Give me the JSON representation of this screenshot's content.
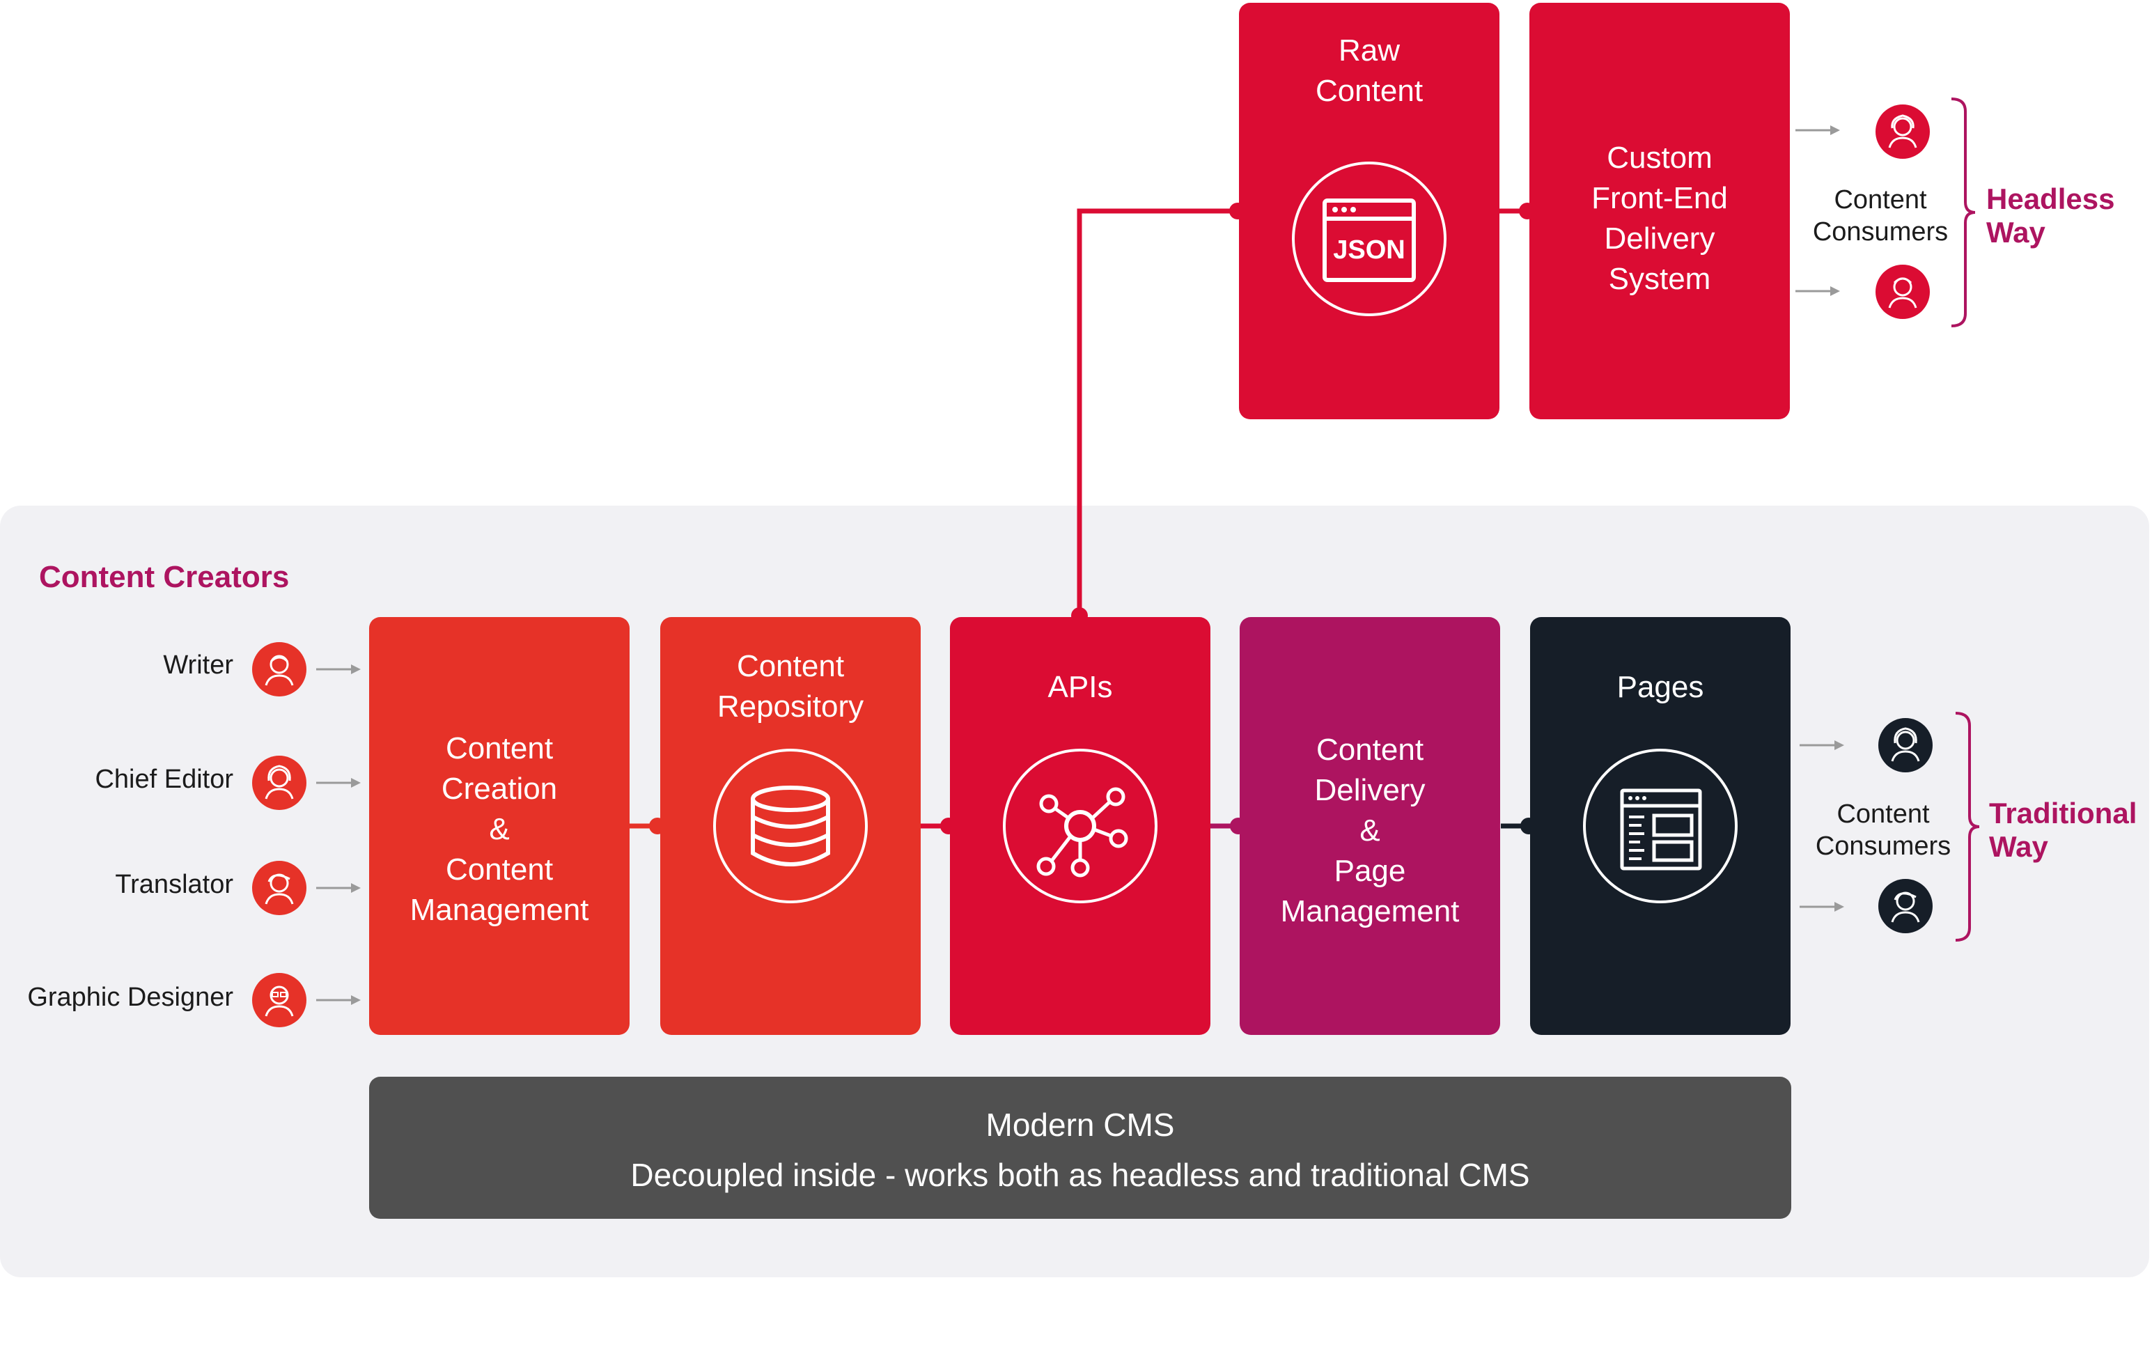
{
  "top_boxes": {
    "raw_content": "Raw\nContent",
    "json_icon_text": "JSON",
    "custom_frontend": "Custom\nFront-End\nDelivery\nSystem"
  },
  "headless": {
    "consumers_label": "Content\nConsumers",
    "way_label": "Headless\nWay"
  },
  "traditional": {
    "consumers_label": "Content\nConsumers",
    "way_label": "Traditional\nWay"
  },
  "creators": {
    "heading": "Content Creators",
    "items": [
      {
        "label": "Writer",
        "icon": "writer-icon"
      },
      {
        "label": "Chief Editor",
        "icon": "chief-editor-icon"
      },
      {
        "label": "Translator",
        "icon": "translator-icon"
      },
      {
        "label": "Graphic Designer",
        "icon": "graphic-designer-icon"
      }
    ]
  },
  "pipeline": {
    "creation": "Content\nCreation\n&\nContent\nManagement",
    "repository": "Content\nRepository",
    "apis": "APIs",
    "delivery": "Content\nDelivery\n&\nPage\nManagement",
    "pages": "Pages"
  },
  "cms": {
    "title": "Modern CMS",
    "subtitle": "Decoupled inside - works both as headless and traditional CMS"
  },
  "colors": {
    "orange": "#e63228",
    "red": "#db0c33",
    "purple": "#ad1460",
    "black": "#161e28",
    "gray_bar": "#505050",
    "panel": "#f1f1f4"
  }
}
